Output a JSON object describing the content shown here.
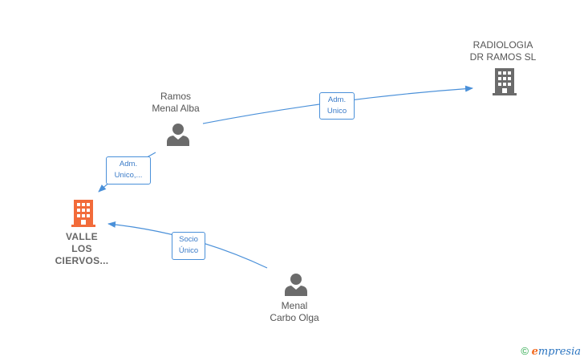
{
  "nodes": {
    "radiologia": {
      "line1": "RADIOLOGIA",
      "line2": "DR RAMOS SL",
      "icon": "building-icon",
      "color": "#6b6b6b"
    },
    "ramos": {
      "line1": "Ramos",
      "line2": "Menal Alba",
      "icon": "person-icon",
      "color": "#6b6b6b"
    },
    "valle": {
      "line1": "VALLE",
      "line2": "LOS",
      "line3": "CIERVOS...",
      "icon": "building-icon",
      "color": "#f26b3a"
    },
    "menal": {
      "line1": "Menal",
      "line2": "Carbo Olga",
      "icon": "person-icon",
      "color": "#6b6b6b"
    }
  },
  "edges": {
    "ramos_radiologia": {
      "line1": "Adm.",
      "line2": "Unico"
    },
    "ramos_valle": {
      "line1": "Adm.",
      "line2": "Unico,..."
    },
    "menal_valle": {
      "line1": "Socio",
      "line2": "Único"
    }
  },
  "colors": {
    "edge": "#4a90d9"
  },
  "footer": {
    "copyright": "©",
    "brand_e": "e",
    "brand_rest": "mpresia"
  }
}
